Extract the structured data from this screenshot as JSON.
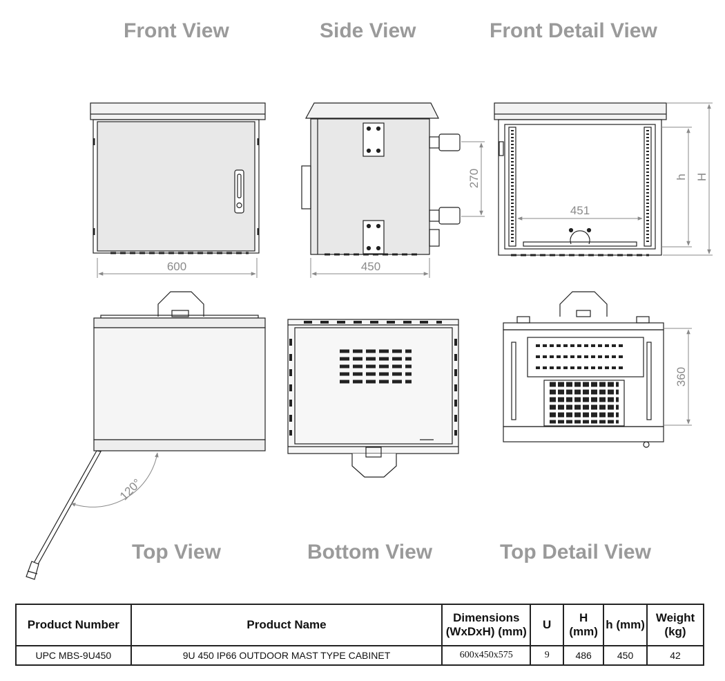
{
  "view_titles": {
    "front": "Front View",
    "side": "Side View",
    "front_detail": "Front Detail View",
    "top": "Top View",
    "bottom": "Bottom View",
    "top_detail": "Top Detail View"
  },
  "dimensions": {
    "front_width": "600",
    "side_depth": "450",
    "side_gland_spacing": "270",
    "detail_inner_width": "451",
    "detail_h": "h",
    "detail_H": "H",
    "top_door_angle": "120°",
    "top_detail_depth": "360"
  },
  "spec_table": {
    "headers": [
      "Product Number",
      "Product Name",
      "Dimensions (WxDxH) (mm)",
      "U",
      "H (mm)",
      "h (mm)",
      "Weight (kg)"
    ],
    "rows": [
      [
        "UPC MBS-9U450",
        "9U 450 IP66 OUTDOOR MAST TYPE CABINET",
        "600x450x575",
        "9",
        "486",
        "450",
        "42"
      ]
    ]
  }
}
